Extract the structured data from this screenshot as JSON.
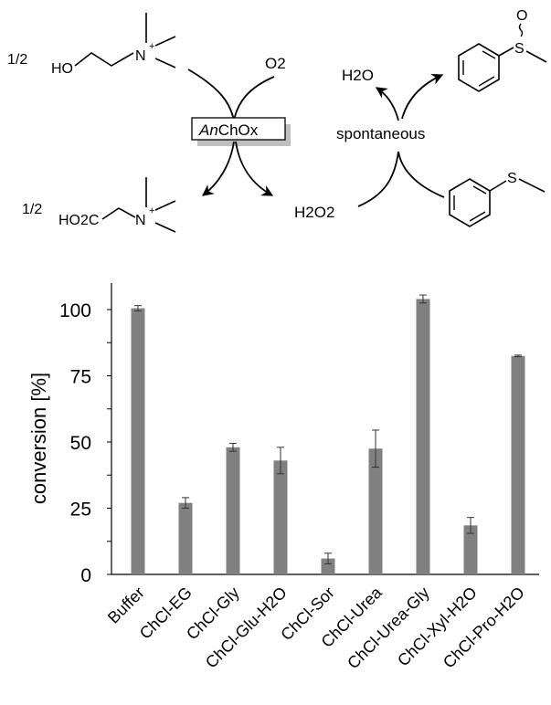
{
  "scheme": {
    "half_top": "1/2",
    "half_bottom": "1/2",
    "choline_ho": "HO",
    "choline_n": "N",
    "choline_charge": "+",
    "o2": "O2",
    "enzyme_prefix": "An",
    "enzyme_suffix": "ChOx",
    "betaine_ho2c": "HO2C",
    "betaine_n": "N",
    "betaine_charge": "+",
    "h2o2": "H2O2",
    "h2o": "H2O",
    "spontaneous": "spontaneous",
    "sulfoxide_s": "S",
    "sulfoxide_o": "O",
    "sulfide_s": "S"
  },
  "chart_data": {
    "type": "bar",
    "ylabel": "conversion [%]",
    "xlabel": "",
    "title": "",
    "ylim": [
      0,
      110
    ],
    "yticks": [
      0,
      25,
      50,
      75,
      100
    ],
    "grid": false,
    "bar_color": "#808080",
    "categories": [
      "Buffer",
      "ChCl-EG",
      "ChCl-Gly",
      "ChCl-Glu-H2O",
      "ChCl-Sor",
      "ChCl-Urea",
      "ChCl-Urea-Gly",
      "ChCl-Xyl-H2O",
      "ChCl-Pro-H2O"
    ],
    "values": [
      100.5,
      27,
      48,
      43,
      6,
      47.5,
      104,
      18.5,
      82.5
    ],
    "errors": [
      1,
      2,
      1.5,
      5,
      2,
      7,
      1.5,
      3,
      0.3
    ]
  }
}
